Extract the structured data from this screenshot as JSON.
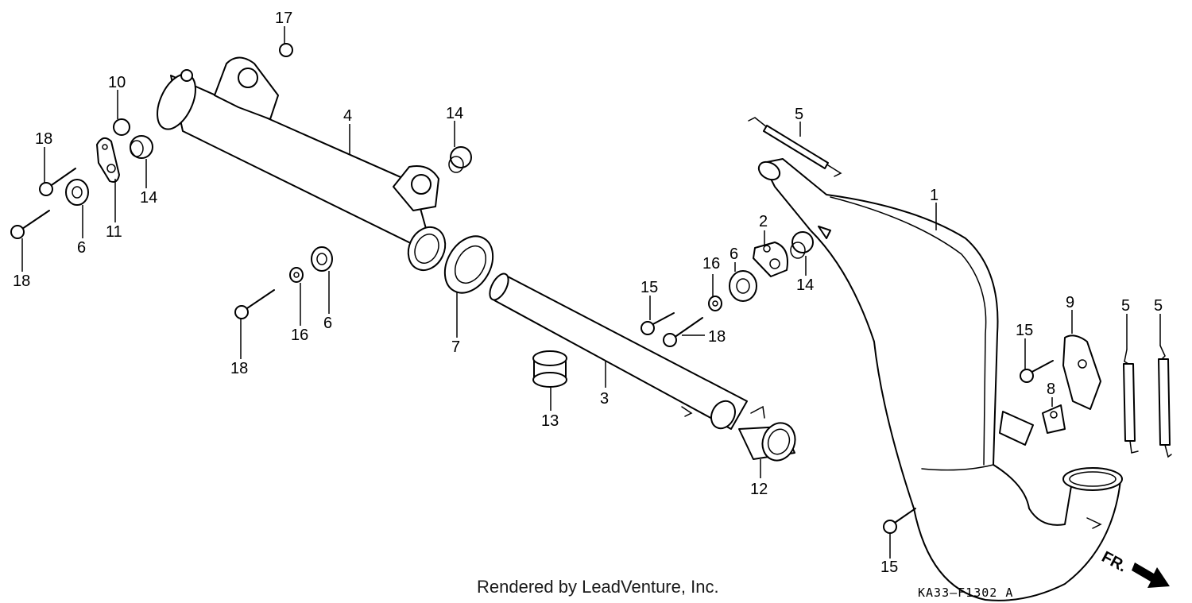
{
  "callouts": {
    "c1": "1",
    "c2": "2",
    "c3": "3",
    "c4": "4",
    "c5a": "5",
    "c5b": "5",
    "c5c": "5",
    "c6a": "6",
    "c6b": "6",
    "c6c": "6",
    "c7": "7",
    "c8": "8",
    "c9": "9",
    "c10": "10",
    "c11": "11",
    "c12": "12",
    "c13": "13",
    "c14a": "14",
    "c14b": "14",
    "c14c": "14",
    "c15a": "15",
    "c15b": "15",
    "c15c": "15",
    "c16a": "16",
    "c16b": "16",
    "c17": "17",
    "c18a": "18",
    "c18b": "18",
    "c18c": "18",
    "c18d": "18"
  },
  "credit": "Rendered by LeadVenture, Inc.",
  "diagram_code": "KA33–F1302 A",
  "direction_label": "FR.",
  "colors": {
    "ink": "#000000",
    "paper": "#ffffff"
  }
}
